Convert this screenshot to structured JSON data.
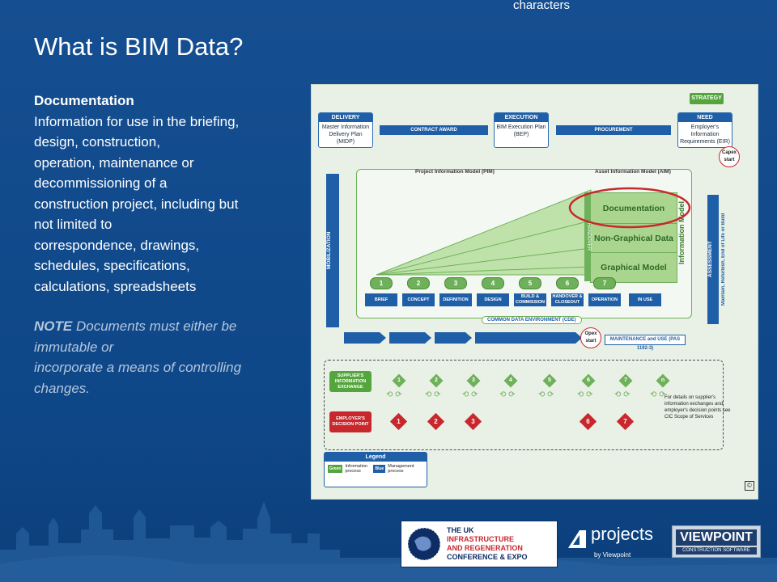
{
  "header": {
    "top_note": "characters",
    "title": "What is BIM Data?"
  },
  "content": {
    "heading": "Documentation",
    "lines": [
      "Information for use in the briefing,",
      "design, construction,",
      "operation, maintenance or",
      "decommissioning of a",
      "construction project, including but",
      "not limited to",
      "correspondence, drawings,",
      "schedules, specifications,",
      "calculations, spreadsheets"
    ],
    "note_keyword": "NOTE",
    "note_lines": [
      " Documents must either be",
      "immutable or",
      "incorporate a means of controlling",
      "changes."
    ]
  },
  "diagram": {
    "strategy": "STRATEGY",
    "delivery": {
      "head": "DELIVERY",
      "body": "Master Information Delivery Plan (MIDP)"
    },
    "execution": {
      "head": "EXECUTION",
      "body": "BIM Execution Plan (BEP)"
    },
    "need": {
      "head": "NEED",
      "body": "Employer's Information Requirements (EIR)"
    },
    "contract_award": "CONTRACT AWARD",
    "procurement": "PROCUREMENT",
    "capex": "Capex start",
    "opex": "Opex start",
    "pim": "Project Information Model (PIM)",
    "aim": "Asset Information Model (AIM)",
    "layers": [
      "Documentation",
      "Non-Graphical Data",
      "Graphical Model"
    ],
    "handover": "HANDOVER",
    "information_model": "Information Model",
    "stages": [
      "1",
      "2",
      "3",
      "4",
      "5",
      "6",
      "7"
    ],
    "stage_labels": [
      "BRIEF",
      "CONCEPT",
      "DEFINITION",
      "DESIGN",
      "BUILD & COMMISSION",
      "HANDOVER & CLOSEOUT",
      "OPERATION",
      "IN USE"
    ],
    "cde": "COMMON DATA ENVIRONMENT (CDE)",
    "mobilization": "MOBILIZATION",
    "assessment": "ASSESSMENT",
    "assessment_sub": "Maintain, Refurbish, End of Life or Build",
    "maintenance": "MAINTENANCE and USE (PAS 1192-3)",
    "supplier_tag": "SUPPLIER'S INFORMATION EXCHANGE",
    "employer_tag": "EMPLOYER'S DECISION POINT",
    "supplier_points": [
      "1",
      "2",
      "3",
      "4",
      "5",
      "6",
      "7",
      "n"
    ],
    "decision_points": [
      "1",
      "2",
      "3",
      "6",
      "7"
    ],
    "cic_note": "For details on supplier's information exchanges and employer's decision points see CIC Scope of Services",
    "legend": {
      "title": "Legend",
      "green": "Green",
      "green_text": "Information process",
      "blue": "Blue",
      "blue_text": "Management process"
    },
    "ref_icon": "©"
  },
  "logos": {
    "ukirc_lines": [
      "THE UK",
      "INFRASTRUCTURE",
      "AND REGENERATION",
      "CONFERENCE & EXPO"
    ],
    "fourprojects": "projects",
    "fourprojects_sub": "by Viewpoint",
    "viewpoint": "VIEWPOINT",
    "viewpoint_sub": "CONSTRUCTION SOFTWARE"
  },
  "colors": {
    "slide_blue": "#164f91",
    "bim_green": "#6fb15a",
    "bim_blue": "#1e5fa8",
    "highlight_red": "#c8282d"
  }
}
